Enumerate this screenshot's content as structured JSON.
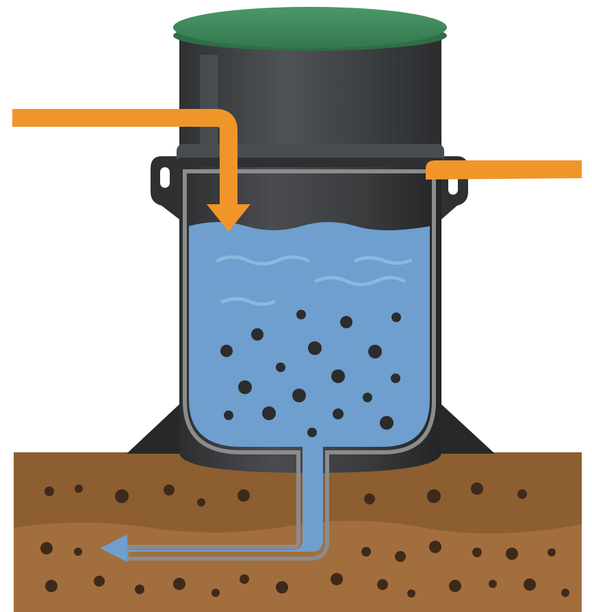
{
  "diagram": {
    "components": [
      {
        "id": "lid",
        "icon": "tank-lid-icon"
      },
      {
        "id": "tank",
        "icon": "septic-tank-icon"
      },
      {
        "id": "inlet-pipe",
        "icon": "inlet-pipe-icon"
      },
      {
        "id": "overflow-pipe",
        "icon": "outlet-pipe-icon"
      },
      {
        "id": "water",
        "icon": "water-icon"
      },
      {
        "id": "sediment",
        "icon": "particles-icon"
      },
      {
        "id": "drain",
        "icon": "drain-pipe-icon"
      },
      {
        "id": "soil",
        "icon": "soil-icon"
      }
    ],
    "colors": {
      "background": "#ffffff",
      "lid": "#3f8a5d",
      "lid_rim": "#2f6e48",
      "tank_body": "#3b3d3f",
      "tank_dark": "#2a2c2e",
      "pipe": "#f0952a",
      "water": "#6e9fce",
      "water_line": "#8ab8e0",
      "particles": "#2c2c2c",
      "soil_top": "#8d5e30",
      "soil_bottom": "#a36e3d",
      "soil_stones": "#3e2a1a",
      "liner": "#8a8c8e"
    }
  }
}
